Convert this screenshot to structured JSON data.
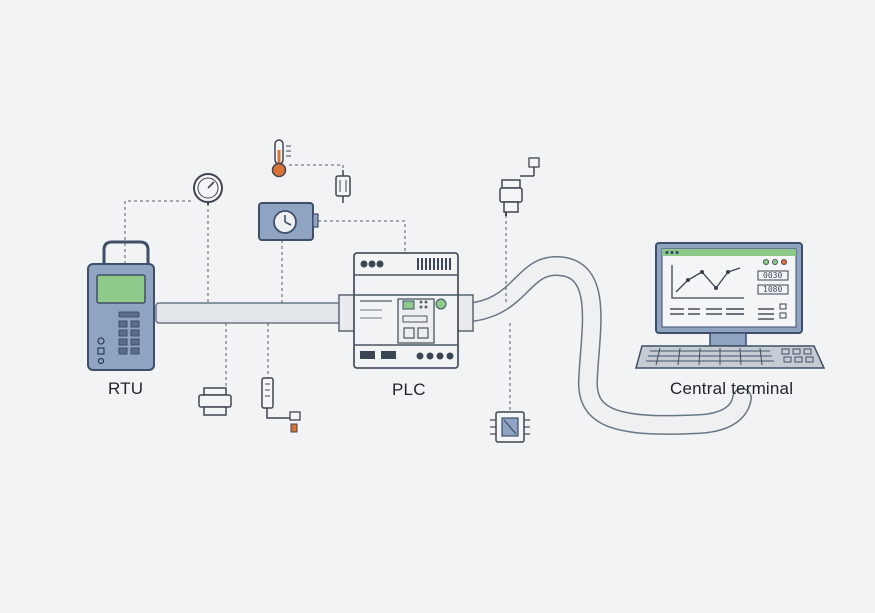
{
  "labels": {
    "rtu": "RTU",
    "plc": "PLC",
    "terminal": "Central terminal"
  },
  "screen_readouts": {
    "top": "0030",
    "middle": "1080"
  },
  "icons": {
    "pressure_gauge": "pressure-gauge-icon",
    "thermometer": "thermometer-icon",
    "timer_module": "timer-module-icon",
    "fuse": "fuse-icon",
    "valve": "valve-icon",
    "flow_meter": "flow-meter-icon",
    "level_sensor": "level-sensor-icon",
    "io_module": "io-module-icon",
    "solenoid": "solenoid-icon"
  },
  "colors": {
    "background": "#f2f3f4",
    "device_blue": "#8fa3c2",
    "device_outline": "#3f4f68",
    "screen_green": "#8fc98a",
    "accent_orange": "#d9733a",
    "cable": "#e4e7ea"
  }
}
